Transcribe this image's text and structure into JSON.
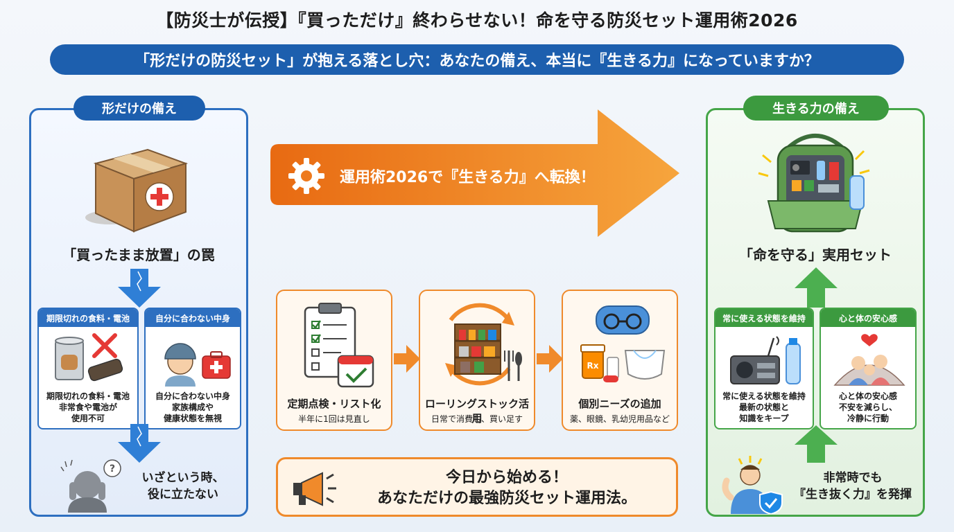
{
  "title": "【防災士が伝授】『買っただけ』終わらせない！命を守る防災セット運用術2026",
  "banner": "「形だけの防災セット」が抱える落とし穴：あなたの備え、本当に『生きる力』になっていますか？",
  "left": {
    "tag": "形だけの備え",
    "caption": "「買ったまま放置」の罠",
    "box1": {
      "head": "期限切れの食料・電池",
      "lines": [
        "期限切れの食料・電池",
        "非常食や電池が",
        "使用不可"
      ]
    },
    "box2": {
      "head": "自分に合わない中身",
      "lines": [
        "自分に合わない中身",
        "家族構成や",
        "健康状態を無視"
      ]
    },
    "bottom": [
      "いざという時、",
      "役に立たない"
    ]
  },
  "center": {
    "arrow_text": "運用術2026で『生きる力』へ転換！",
    "cards": [
      {
        "title": "定期点検・リスト化",
        "sub": "半年に1回は見直し"
      },
      {
        "title": "ローリングストック活用",
        "sub": "日常で消費し、買い足す"
      },
      {
        "title": "個別ニーズの追加",
        "sub": "薬、眼鏡、乳幼児用品など"
      }
    ],
    "cta": [
      "今日から始める！",
      "あなただけの最強防災セット運用法。"
    ]
  },
  "right": {
    "tag": "生きる力の備え",
    "caption": "「命を守る」実用セット",
    "box1": {
      "head": "常に使える状態を維持",
      "lines": [
        "常に使える状態を維持",
        "最新の状態と",
        "知識をキープ"
      ]
    },
    "box2": {
      "head": "心と体の安心感",
      "lines": [
        "心と体の安心感",
        "不安を減らし、",
        "冷静に行動"
      ]
    },
    "bottom": [
      "非常時でも",
      "『生き抜く力』を発揮"
    ]
  },
  "colors": {
    "blue": "#1d5fae",
    "green": "#3c9a3f",
    "orange": "#ef8a2b",
    "red": "#e53935"
  }
}
